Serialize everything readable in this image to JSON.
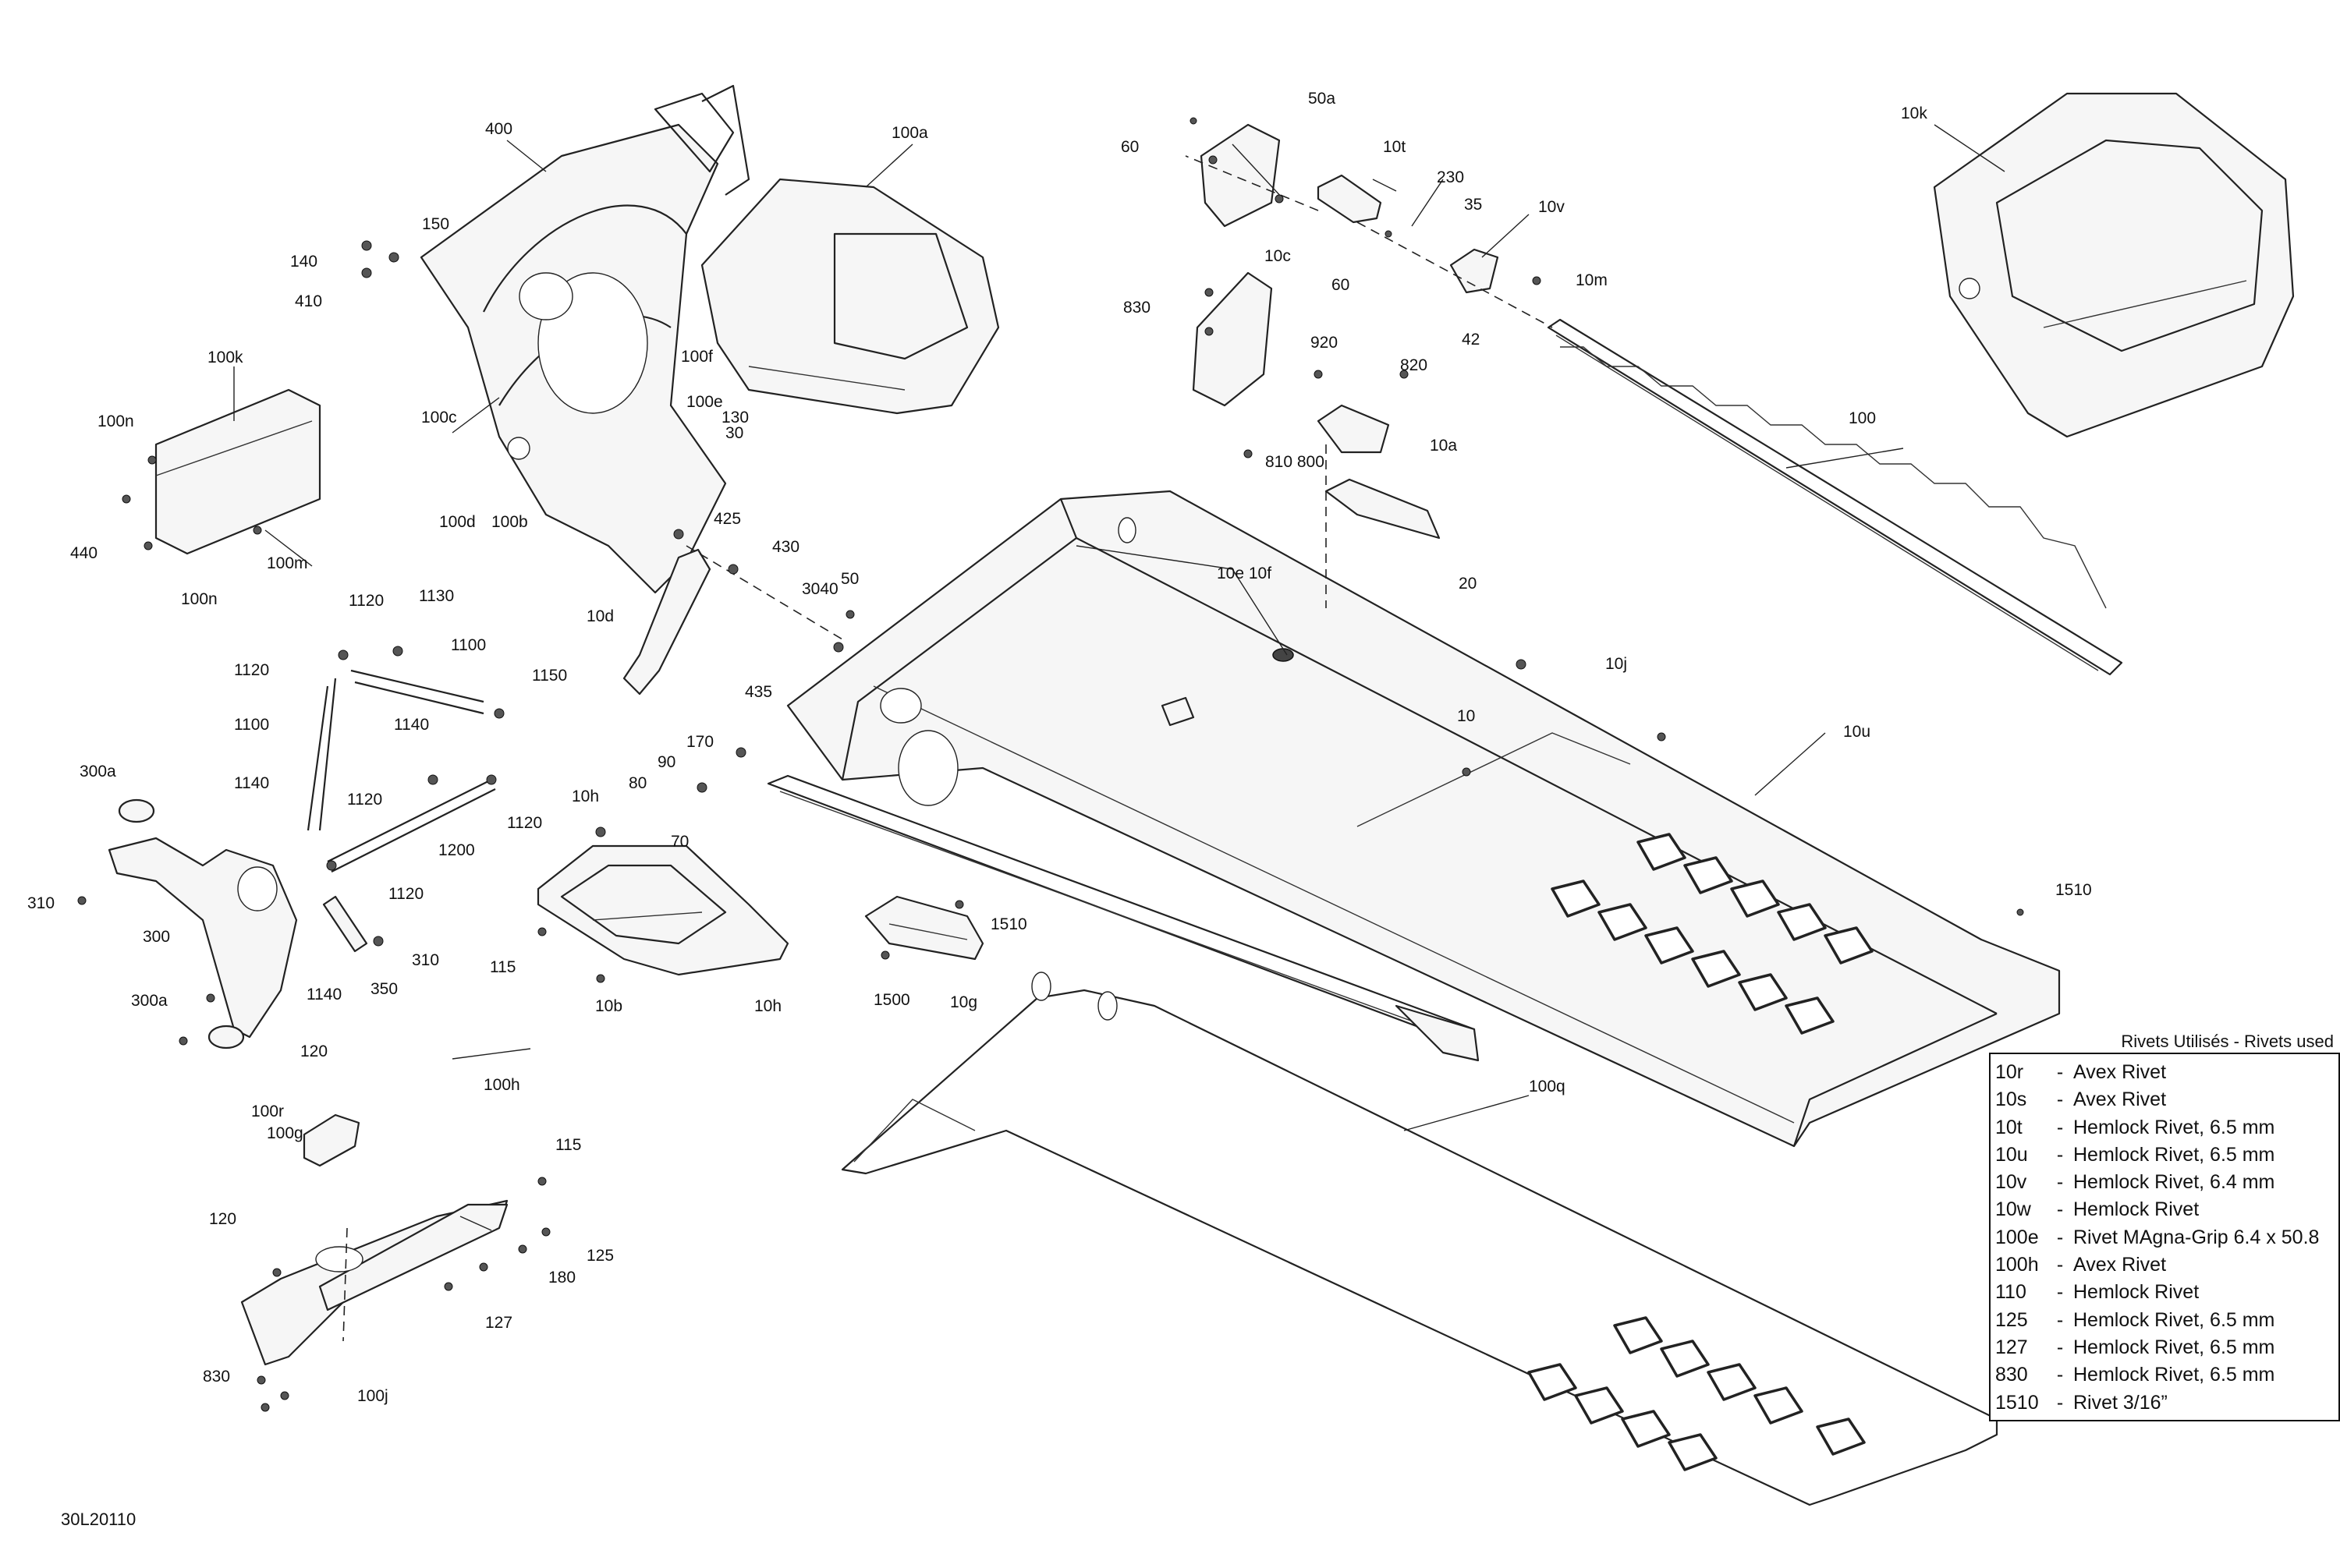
{
  "diagram": {
    "drawing_id": "30L20110",
    "callouts": [
      "400",
      "100a",
      "150",
      "140",
      "410",
      "100k",
      "100n",
      "440",
      "100n",
      "100m",
      "100c",
      "100f",
      "100e",
      "130",
      "30",
      "100d",
      "100b",
      "425",
      "430",
      "10d",
      "1120",
      "1130",
      "1100",
      "1120",
      "1100",
      "1150",
      "1140",
      "300a",
      "1140",
      "310",
      "300",
      "1120",
      "1200",
      "1120",
      "1120",
      "1140",
      "350",
      "310",
      "300a",
      "120",
      "10h",
      "70",
      "80",
      "90",
      "170",
      "115",
      "10b",
      "10h",
      "3040",
      "435",
      "50",
      "50a",
      "60",
      "10c",
      "10t",
      "230",
      "35",
      "10v",
      "60",
      "42",
      "10m",
      "830",
      "920",
      "820",
      "10a",
      "810 800",
      "20",
      "10e  10f",
      "100",
      "10k",
      "10j",
      "10",
      "10u",
      "1510",
      "1510",
      "1500",
      "10g",
      "100q",
      "100r",
      "100g",
      "100h",
      "120",
      "115",
      "125",
      "180",
      "127",
      "830",
      "100j"
    ],
    "rivets_title": "Rivets Utilisés - Rivets used",
    "rivets": [
      {
        "code": "10r",
        "desc": "Avex Rivet"
      },
      {
        "code": "10s",
        "desc": "Avex Rivet"
      },
      {
        "code": "10t",
        "desc": "Hemlock Rivet, 6.5 mm"
      },
      {
        "code": "10u",
        "desc": "Hemlock Rivet, 6.5 mm"
      },
      {
        "code": "10v",
        "desc": "Hemlock Rivet, 6.4 mm"
      },
      {
        "code": "10w",
        "desc": "Hemlock Rivet"
      },
      {
        "code": "100e",
        "desc": "Rivet MAgna-Grip 6.4 x 50.8"
      },
      {
        "code": "100h",
        "desc": "Avex Rivet"
      },
      {
        "code": "110",
        "desc": "Hemlock Rivet"
      },
      {
        "code": "125",
        "desc": "Hemlock Rivet, 6.5 mm"
      },
      {
        "code": "127",
        "desc": "Hemlock Rivet, 6.5 mm"
      },
      {
        "code": "830",
        "desc": "Hemlock Rivet, 6.5 mm"
      },
      {
        "code": "1510",
        "desc": "Rivet 3/16”"
      }
    ]
  }
}
